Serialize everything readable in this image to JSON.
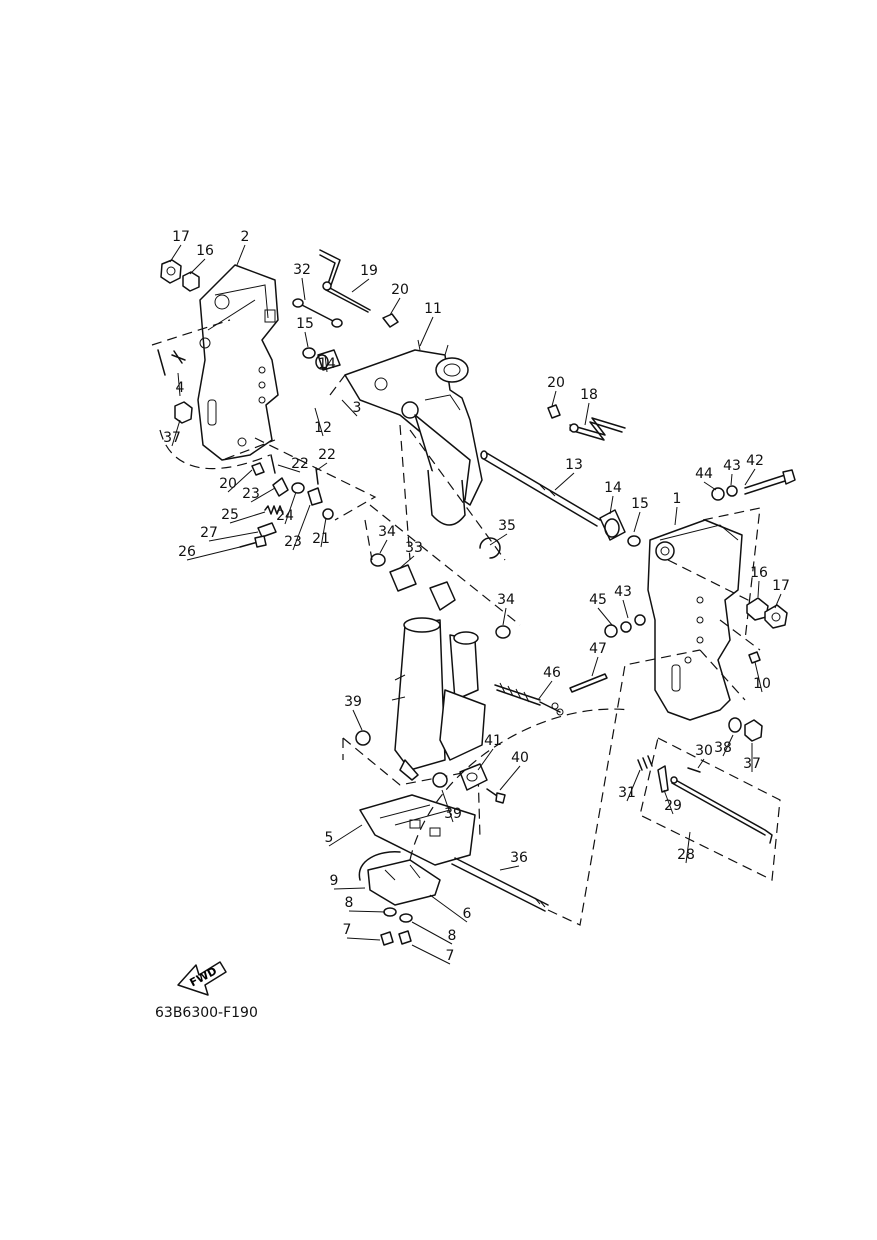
{
  "diagram_code": "63B6300-F190",
  "fwd_label": "FWD",
  "callouts": [
    "17",
    "16",
    "2",
    "32",
    "19",
    "20",
    "15",
    "14",
    "11",
    "4",
    "37",
    "3",
    "12",
    "20",
    "18",
    "13",
    "22",
    "22",
    "20",
    "23",
    "24",
    "25",
    "23",
    "21",
    "27",
    "26",
    "34",
    "35",
    "33",
    "14",
    "15",
    "44",
    "43",
    "42",
    "1",
    "16",
    "17",
    "34",
    "45",
    "43",
    "10",
    "47",
    "46",
    "39",
    "40",
    "41",
    "39",
    "38",
    "37",
    "30",
    "31",
    "29",
    "28",
    "36",
    "5",
    "9",
    "6",
    "8",
    "8",
    "7",
    "7"
  ]
}
